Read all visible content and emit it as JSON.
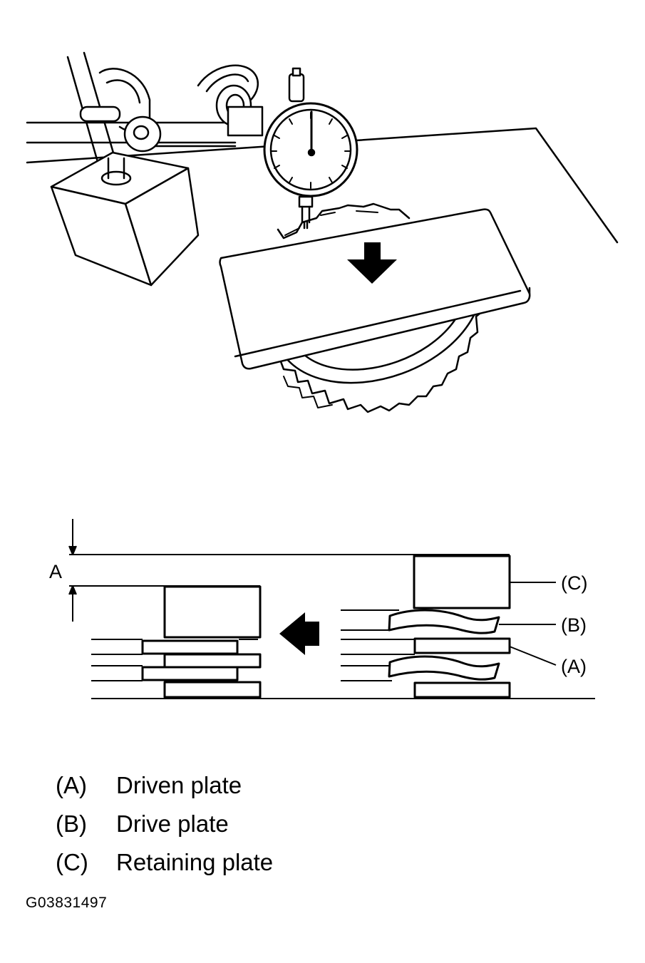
{
  "figure": {
    "dimension_label": "A",
    "callouts": [
      {
        "id": "C",
        "label": "(C)"
      },
      {
        "id": "B",
        "label": "(B)"
      },
      {
        "id": "A",
        "label": "(A)"
      }
    ]
  },
  "legend": [
    {
      "key": "(A)",
      "text": "Driven plate"
    },
    {
      "key": "(B)",
      "text": "Drive plate"
    },
    {
      "key": "(C)",
      "text": "Retaining plate"
    }
  ],
  "figure_code": "G03831497"
}
